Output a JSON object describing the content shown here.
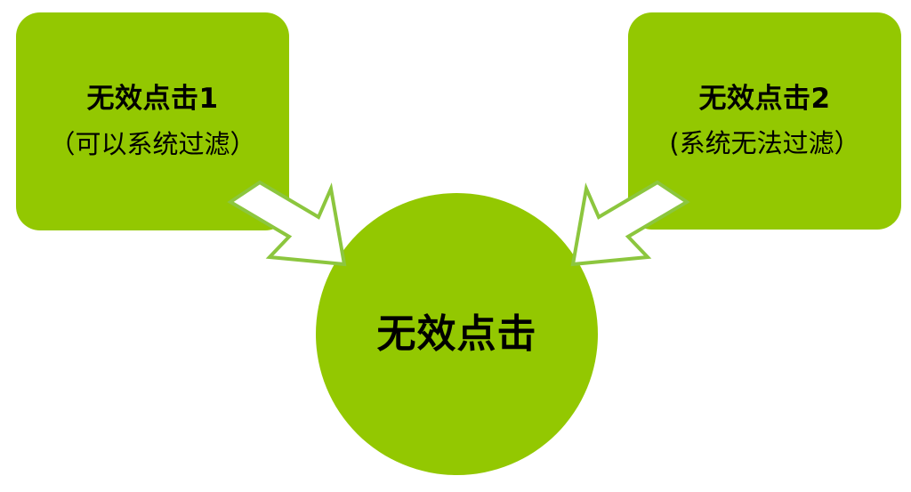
{
  "diagram": {
    "type": "concept-flow",
    "background_color": "#FFFFFF",
    "palette": {
      "shape_fill": "#93C801",
      "arrow_stroke": "#8CC63E",
      "arrow_fill": "#FFFFFF",
      "text_color": "#000000"
    },
    "boxes": [
      {
        "id": "left",
        "title": "无效点击1",
        "subtitle": "（可以系统过滤）"
      },
      {
        "id": "right",
        "title": "无效点击2",
        "subtitle": "(系统无法过滤）"
      }
    ],
    "center": {
      "label": "无效点击",
      "shape": "circle"
    },
    "arrows": [
      {
        "id": "left-to-center",
        "from": "left",
        "to": "center",
        "direction": "down-right"
      },
      {
        "id": "right-to-center",
        "from": "right",
        "to": "center",
        "direction": "down-left"
      }
    ]
  }
}
